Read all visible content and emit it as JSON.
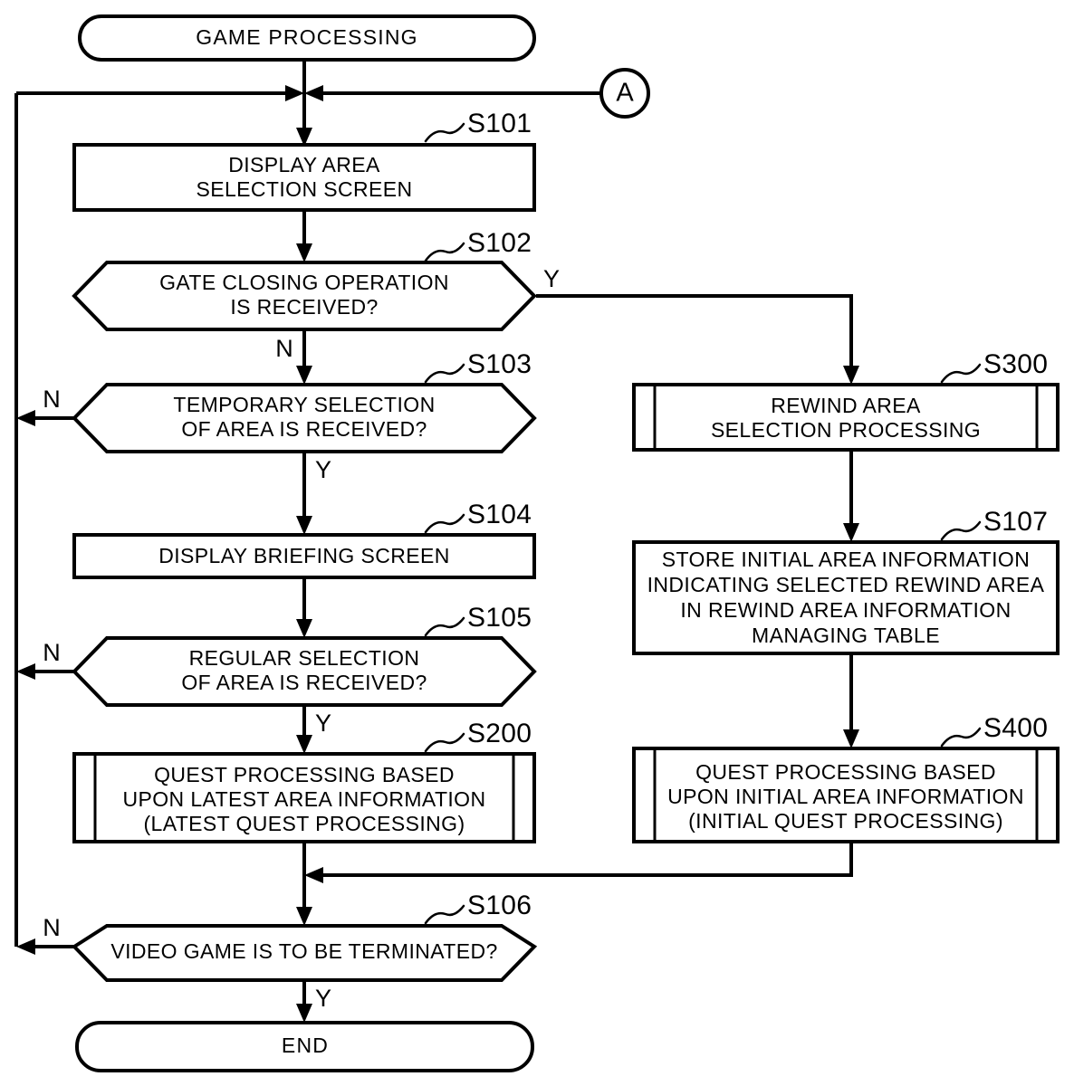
{
  "diagram": {
    "type": "flowchart",
    "title": "GAME PROCESSING",
    "orientation": "vertical-two-column",
    "background_color": "#ffffff",
    "line_color": "#000000"
  },
  "nodes": {
    "start": {
      "shape": "terminator",
      "label": "GAME PROCESSING"
    },
    "connector_a": {
      "shape": "off-page-connector",
      "label": "A"
    },
    "s101": {
      "shape": "process",
      "step": "S101",
      "line1": "DISPLAY AREA",
      "line2": "SELECTION SCREEN"
    },
    "s102": {
      "shape": "decision-hexagon",
      "step": "S102",
      "line1": "GATE CLOSING OPERATION",
      "line2": "IS RECEIVED?",
      "yes_label": "Y",
      "no_label": "N"
    },
    "s103": {
      "shape": "decision-hexagon",
      "step": "S103",
      "line1": "TEMPORARY SELECTION",
      "line2": "OF AREA IS RECEIVED?",
      "yes_label": "Y",
      "no_label": "N"
    },
    "s104": {
      "shape": "process",
      "step": "S104",
      "line1": "DISPLAY BRIEFING SCREEN"
    },
    "s105": {
      "shape": "decision-hexagon",
      "step": "S105",
      "line1": "REGULAR SELECTION",
      "line2": "OF AREA IS RECEIVED?",
      "yes_label": "Y",
      "no_label": "N"
    },
    "s200": {
      "shape": "predefined-process",
      "step": "S200",
      "line1": "QUEST PROCESSING BASED",
      "line2": "UPON LATEST AREA INFORMATION",
      "line3": "(LATEST QUEST PROCESSING)"
    },
    "s106": {
      "shape": "decision-hexagon",
      "step": "S106",
      "line1": "VIDEO GAME IS TO BE TERMINATED?",
      "yes_label": "Y",
      "no_label": "N"
    },
    "end": {
      "shape": "terminator",
      "label": "END"
    },
    "s300": {
      "shape": "predefined-process",
      "step": "S300",
      "line1": "REWIND AREA",
      "line2": "SELECTION PROCESSING"
    },
    "s107": {
      "shape": "process",
      "step": "S107",
      "line1": "STORE INITIAL AREA INFORMATION",
      "line2": "INDICATING SELECTED REWIND AREA",
      "line3": "IN REWIND AREA INFORMATION",
      "line4": "MANAGING TABLE"
    },
    "s400": {
      "shape": "predefined-process",
      "step": "S400",
      "line1": "QUEST PROCESSING BASED",
      "line2": "UPON INITIAL AREA INFORMATION",
      "line3": "(INITIAL QUEST PROCESSING)"
    }
  },
  "edges": [
    {
      "from": "start",
      "to": "s101",
      "label": ""
    },
    {
      "from": "connector_a",
      "to": "s101",
      "label": ""
    },
    {
      "from": "s101",
      "to": "s102",
      "label": ""
    },
    {
      "from": "s102",
      "to": "s103",
      "label": "N"
    },
    {
      "from": "s102",
      "to": "s300",
      "label": "Y"
    },
    {
      "from": "s103",
      "to": "s104",
      "label": "Y"
    },
    {
      "from": "s103",
      "to": "loopback",
      "label": "N"
    },
    {
      "from": "s104",
      "to": "s105",
      "label": ""
    },
    {
      "from": "s105",
      "to": "s200",
      "label": "Y"
    },
    {
      "from": "s105",
      "to": "loopback",
      "label": "N"
    },
    {
      "from": "s200",
      "to": "s106",
      "label": ""
    },
    {
      "from": "s106",
      "to": "end",
      "label": "Y"
    },
    {
      "from": "s106",
      "to": "loopback",
      "label": "N"
    },
    {
      "from": "s300",
      "to": "s107",
      "label": ""
    },
    {
      "from": "s107",
      "to": "s400",
      "label": ""
    },
    {
      "from": "s400",
      "to": "s106",
      "label": ""
    }
  ]
}
